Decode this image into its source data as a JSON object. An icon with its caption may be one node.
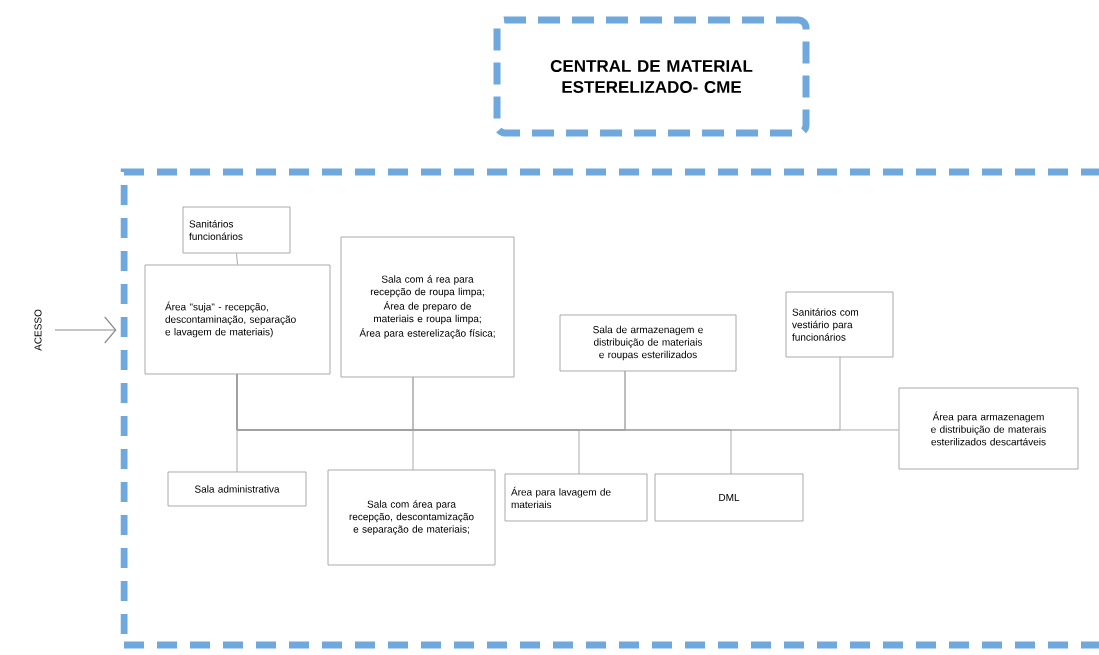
{
  "diagram": {
    "nodes": [
      {
        "text": [
          "CENTRAL DE MATERIAL ESTERELIZADO- CME"
        ]
      },
      {
        "text": [],
        "shape": "box"
      },
      {
        "text": [
          "Sanitários funcionários"
        ],
        "in": 1
      },
      {
        "text": [
          "Área \"suja\" - recepção, descontaminação, separação e lavagem de materiais)"
        ],
        "in": 1
      },
      {
        "text": [
          "Sala com á rea para recepção de roupa limpa;",
          "Área de preparo de materiais e roupa limpa;",
          "Área para esterelização física;"
        ],
        "in": 1
      },
      {
        "text": [
          "Sala de armazenagem e distribuição de materiais e roupas esterilizados"
        ],
        "in": 1
      },
      {
        "text": [
          "Sanitários com vestiário para funcionários"
        ],
        "in": 1
      },
      {
        "text": [
          "Área para armazenagem e distribuição de materais esterilizados descartáveis"
        ],
        "in": 1
      },
      {
        "text": [
          "Sala administrativa"
        ],
        "in": 1
      },
      {
        "text": [
          "Sala com área para recepção, descontamização e separação de materiais;"
        ],
        "in": 1
      },
      {
        "text": [
          "Área para lavagem de materiais"
        ],
        "in": 1
      },
      {
        "text": [
          "DML"
        ],
        "in": 1
      }
    ],
    "edges": [
      {
        "from": null,
        "to": 1,
        "arrow": "to",
        "label": "ACESSO"
      },
      {
        "from": 2,
        "to": 3,
        "arrow": "none"
      },
      {
        "from": 4,
        "to": 5,
        "arrow": "none"
      },
      {
        "from": 3,
        "to": 4,
        "arrow": "none"
      },
      {
        "from": 3,
        "to": 5,
        "arrow": "none"
      },
      {
        "from": 3,
        "to": 6,
        "arrow": "none"
      },
      {
        "from": 3,
        "to": 7,
        "arrow": "none"
      },
      {
        "from": 3,
        "to": 8,
        "arrow": "none"
      },
      {
        "from": 3,
        "to": 9,
        "arrow": "none"
      },
      {
        "from": 3,
        "to": 10,
        "arrow": "none"
      },
      {
        "from": 3,
        "to": 11,
        "arrow": "none"
      }
    ]
  }
}
